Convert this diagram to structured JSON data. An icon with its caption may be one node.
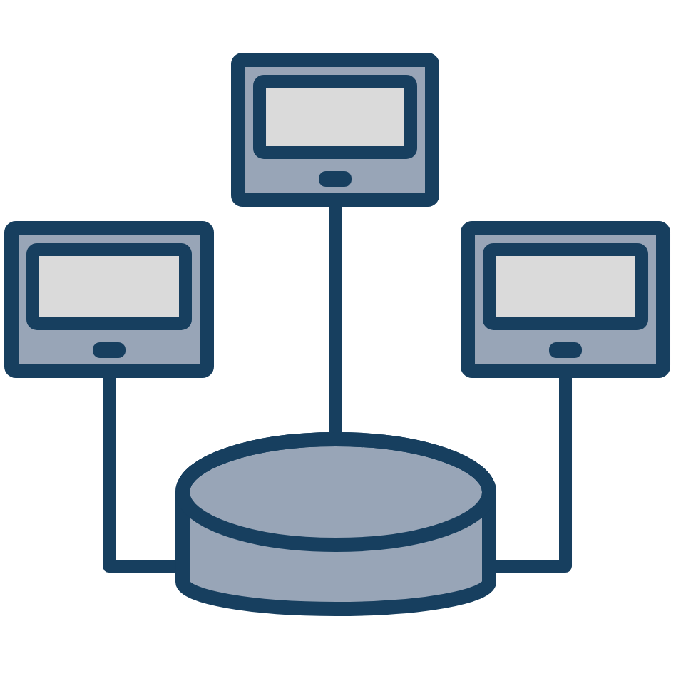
{
  "diagram": {
    "nodes": [
      {
        "text": [],
        "shape": "monitor"
      },
      {
        "text": [],
        "shape": "monitor"
      },
      {
        "text": [],
        "shape": "monitor"
      },
      {
        "text": [],
        "shape": "cylinder"
      }
    ],
    "edges": [
      {
        "from": 0,
        "to": 3,
        "arrow": "none"
      },
      {
        "from": 1,
        "to": 3,
        "arrow": "none"
      },
      {
        "from": 2,
        "to": 3,
        "arrow": "none"
      }
    ]
  }
}
